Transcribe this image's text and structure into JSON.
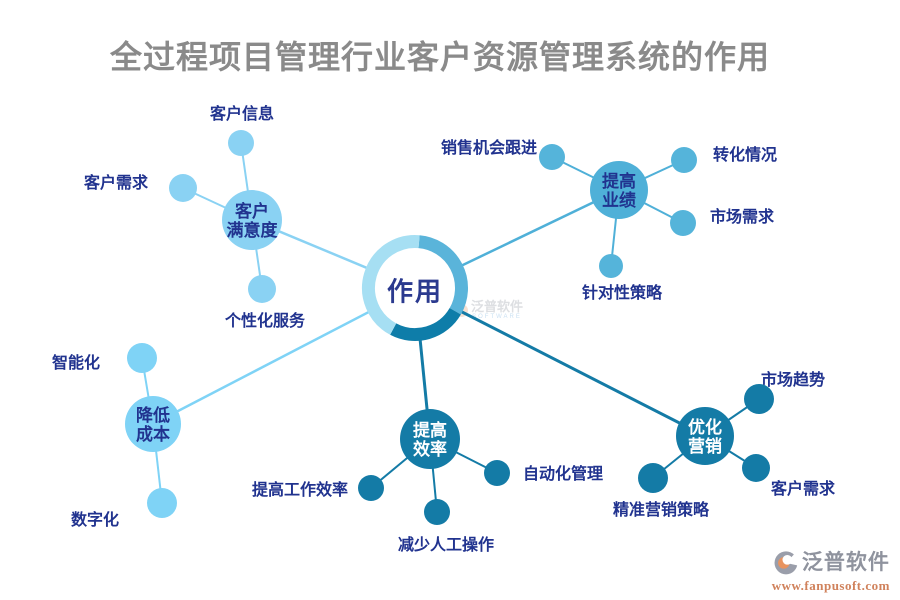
{
  "title": "全过程项目管理行业客户资源管理系统的作用",
  "center": {
    "label": "作用"
  },
  "branches": [
    {
      "id": "customer-satisfaction",
      "label_line1": "客户",
      "label_line2": "满意度",
      "children": [
        "客户信息",
        "客户需求",
        "个性化服务"
      ]
    },
    {
      "id": "improve-performance",
      "label_line1": "提高",
      "label_line2": "业绩",
      "children": [
        "销售机会跟进",
        "转化情况",
        "市场需求",
        "针对性策略"
      ]
    },
    {
      "id": "reduce-cost",
      "label_line1": "降低",
      "label_line2": "成本",
      "children": [
        "智能化",
        "数字化"
      ]
    },
    {
      "id": "improve-efficiency",
      "label_line1": "提高",
      "label_line2": "效率",
      "children": [
        "提高工作效率",
        "减少人工操作",
        "自动化管理"
      ]
    },
    {
      "id": "optimize-marketing",
      "label_line1": "优化",
      "label_line2": "营销",
      "children": [
        "市场趋势",
        "客户需求",
        "精准营销策略"
      ]
    }
  ],
  "watermark": {
    "name": "泛普软件",
    "sub": "SOFTWARE"
  },
  "logo": {
    "name": "泛普软件",
    "url": "www.fanpusoft.com"
  },
  "colors": {
    "light_blue": "#8ad2f3",
    "pale_ring_blue": "#a6dff3",
    "medium_blue": "#4fb0d8",
    "dark_teal": "#147ba6",
    "label_navy": "#21338f",
    "title_gray": "#8a8a8a",
    "logo_orange": "#d0825c"
  }
}
